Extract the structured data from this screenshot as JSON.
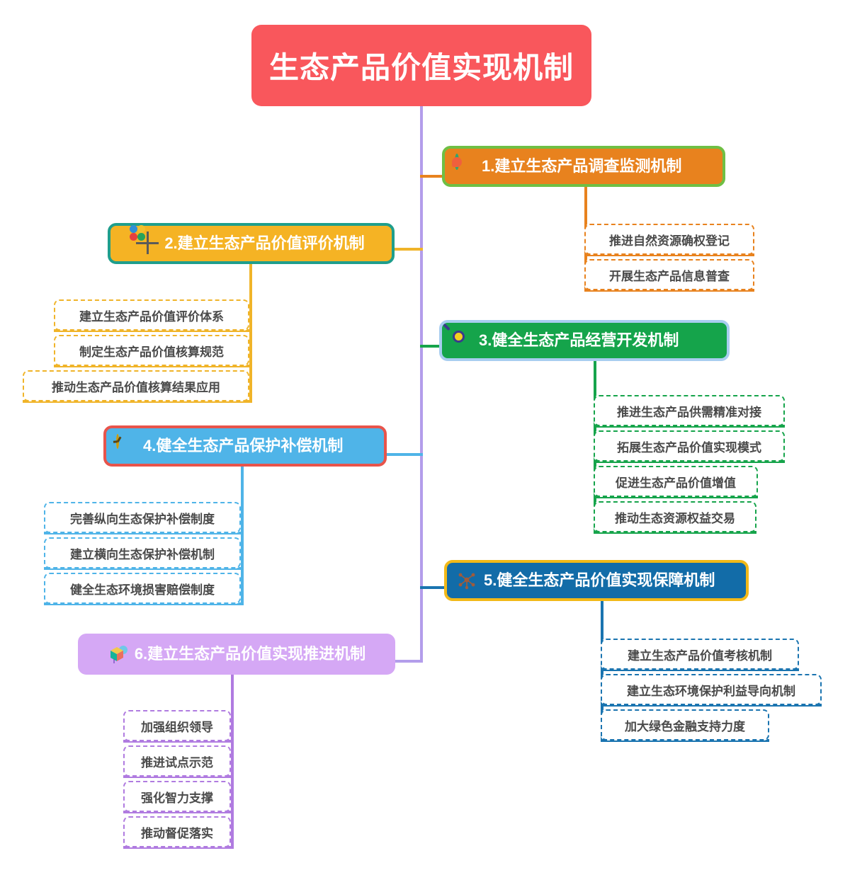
{
  "root": {
    "label": "生态产品价值实现机制",
    "bg": "#F9575C",
    "text_color": "#FFFFFF"
  },
  "trunk": {
    "color": "#B39DEB"
  },
  "branches": [
    {
      "id": "b1",
      "label": "1.建立生态产品调查监测机制",
      "icon": "recycle-icon",
      "bg": "#E8821E",
      "border": "#6FBF44",
      "line": "#E8821E",
      "side": "right",
      "children": [
        "推进自然资源确权登记",
        "开展生态产品信息普查"
      ]
    },
    {
      "id": "b2",
      "label": "2.建立生态产品价值评价机制",
      "icon": "matrix-icon",
      "bg": "#F5B324",
      "border": "#1F9E8C",
      "line": "#F0B429",
      "side": "left",
      "children": [
        "建立生态产品价值评价体系",
        "制定生态产品价值核算规范",
        "推动生态产品价值核算结果应用"
      ]
    },
    {
      "id": "b3",
      "label": "3.健全生态产品经营开发机制",
      "icon": "magnifier-icon",
      "bg": "#15A44B",
      "border": "#A8CDF0",
      "line": "#16A44B",
      "side": "right",
      "children": [
        "推进生态产品供需精准对接",
        "拓展生态产品价值实现模式",
        "促进生态产品价值增值",
        "推动生态资源权益交易"
      ]
    },
    {
      "id": "b4",
      "label": "4.健全生态产品保护补偿机制",
      "icon": "clock-icon",
      "bg": "#4FB4E8",
      "border": "#E8544B",
      "line": "#4FB4E8",
      "side": "left",
      "children": [
        "完善纵向生态保护补偿制度",
        "建立横向生态保护补偿机制",
        "健全生态环境损害赔偿制度"
      ]
    },
    {
      "id": "b5",
      "label": "5.健全生态产品价值实现保障机制",
      "icon": "network-icon",
      "bg": "#126CA8",
      "border": "#F2B918",
      "line": "#1A74B0",
      "side": "right",
      "children": [
        "建立生态产品价值考核机制",
        "建立生态环境保护利益导向机制",
        "加大绿色金融支持力度"
      ]
    },
    {
      "id": "b6",
      "label": "6.建立生态产品价值实现推进机制",
      "icon": "cube-icon",
      "bg": "#D5A8F5",
      "border": "#D5A8F5",
      "line": "#B07BE0",
      "side": "left",
      "children": [
        "加强组织领导",
        "推进试点示范",
        "强化智力支撑",
        "推动督促落实"
      ]
    }
  ]
}
